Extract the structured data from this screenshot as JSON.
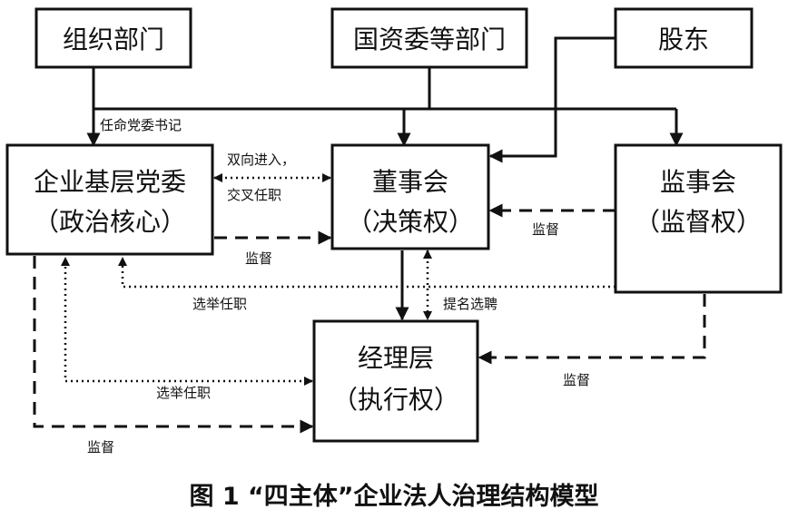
{
  "nodes": {
    "zuzhi": "组织部门",
    "guozi": "国资委等部门",
    "gudong": "股东",
    "dangwei_title": "企业基层党委",
    "dangwei_sub": "（政治核心）",
    "dongshi_title": "董事会",
    "dongshi_sub": "（决策权）",
    "jianshi_title": "监事会",
    "jianshi_sub": "（监督权）",
    "jingli_title": "经理层",
    "jingli_sub": "（执行权）"
  },
  "edges": {
    "renming": "任命党委书记",
    "shuangxiang_1": "双向进入，",
    "shuangxiang_2": "交叉任职",
    "jiandu_dang_dong": "监督",
    "jiandu_jian_dong": "监督",
    "xuanju_top": "选举任职",
    "timing": "提名选聘",
    "jiandu_jian_jing": "监督",
    "xuanju_bottom": "选举任职",
    "jiandu_bottom": "监督"
  },
  "caption": "图 1 “四主体”企业法人治理结构模型"
}
